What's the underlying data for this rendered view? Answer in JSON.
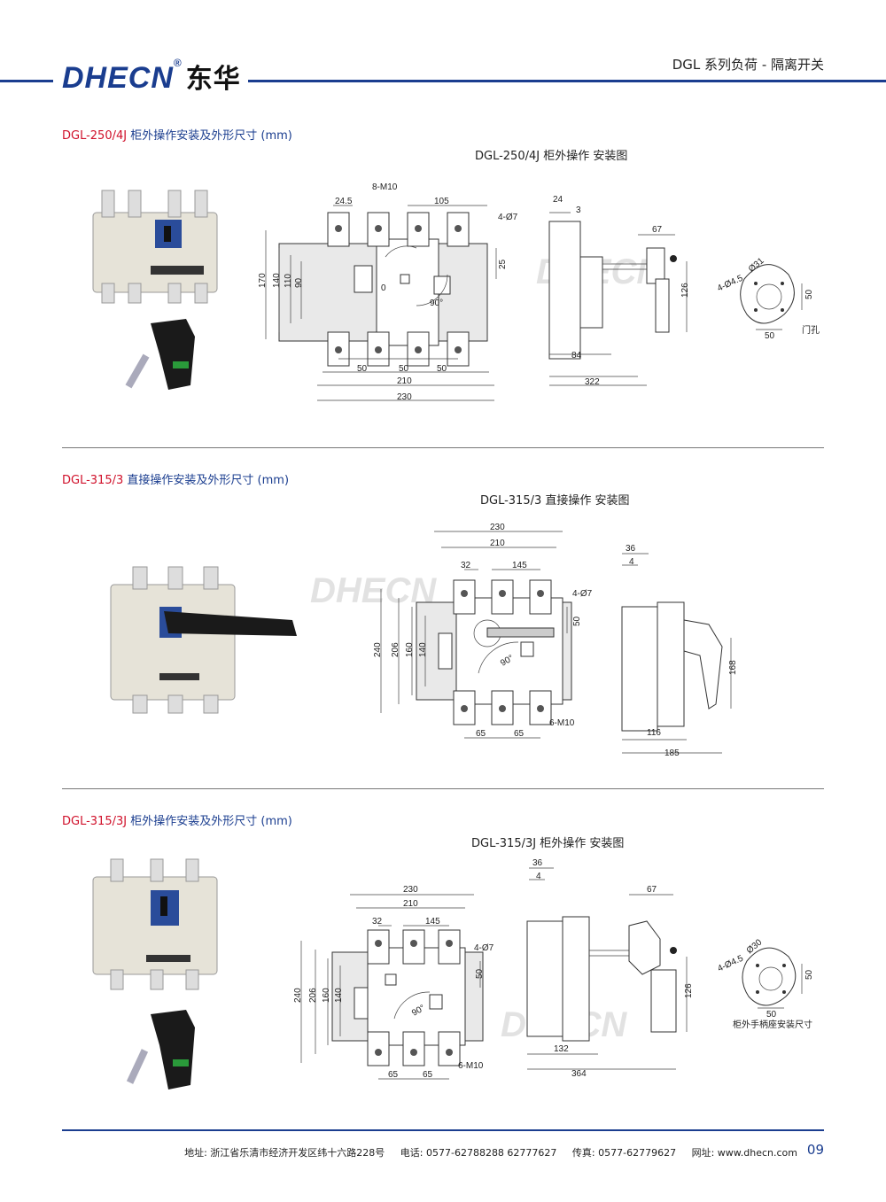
{
  "header": {
    "logo_text": "DHECN",
    "logo_cn": "东华",
    "logo_reg": "®",
    "series_title": "DGL 系列负荷 - 隔离开关"
  },
  "sections": [
    {
      "model": "DGL-250/4J",
      "title_rest": "柜外操作安装及外形尺寸 (mm)",
      "diagram_title": "DGL-250/4J 柜外操作 安装图",
      "front_dims": [
        "24.5",
        "8-M10",
        "105",
        "4-Ø7",
        "25",
        "170",
        "140",
        "110",
        "90",
        "0",
        "90°",
        "50",
        "50",
        "50",
        "210",
        "230"
      ],
      "side_dims": [
        "24",
        "3",
        "67",
        "126",
        "84",
        "322"
      ],
      "hole_dims": [
        "Ø31",
        "4-Ø4.5",
        "50",
        "50"
      ],
      "hole_label": "门孔"
    },
    {
      "model": "DGL-315/3",
      "title_rest": "直接操作安装及外形尺寸 (mm)",
      "diagram_title": "DGL-315/3 直接操作 安装图",
      "front_dims": [
        "230",
        "210",
        "32",
        "145",
        "4-Ø7",
        "50",
        "240",
        "206",
        "160",
        "140",
        "90°",
        "65",
        "65",
        "6-M10"
      ],
      "side_dims": [
        "36",
        "4",
        "168",
        "116",
        "185"
      ]
    },
    {
      "model": "DGL-315/3J",
      "title_rest": "柜外操作安装及外形尺寸 (mm)",
      "diagram_title": "DGL-315/3J 柜外操作 安装图",
      "front_dims": [
        "230",
        "210",
        "32",
        "145",
        "4-Ø7",
        "50",
        "240",
        "206",
        "160",
        "140",
        "90°",
        "65",
        "65",
        "6-M10"
      ],
      "side_dims": [
        "36",
        "4",
        "67",
        "126",
        "132",
        "364"
      ],
      "hole_dims": [
        "Ø30",
        "4-Ø4.5",
        "50",
        "50"
      ],
      "hole_label": "柜外手柄座安装尺寸"
    }
  ],
  "footer": {
    "address": "地址:  浙江省乐清市经济开发区纬十六路228号",
    "phone": "电话:  0577-62788288   62777627",
    "fax": "传真:  0577-62779627",
    "web": "网址:  www.dhecn.com",
    "page": "09"
  },
  "colors": {
    "brand_blue": "#1a3d8f",
    "model_red": "#d0102a"
  }
}
